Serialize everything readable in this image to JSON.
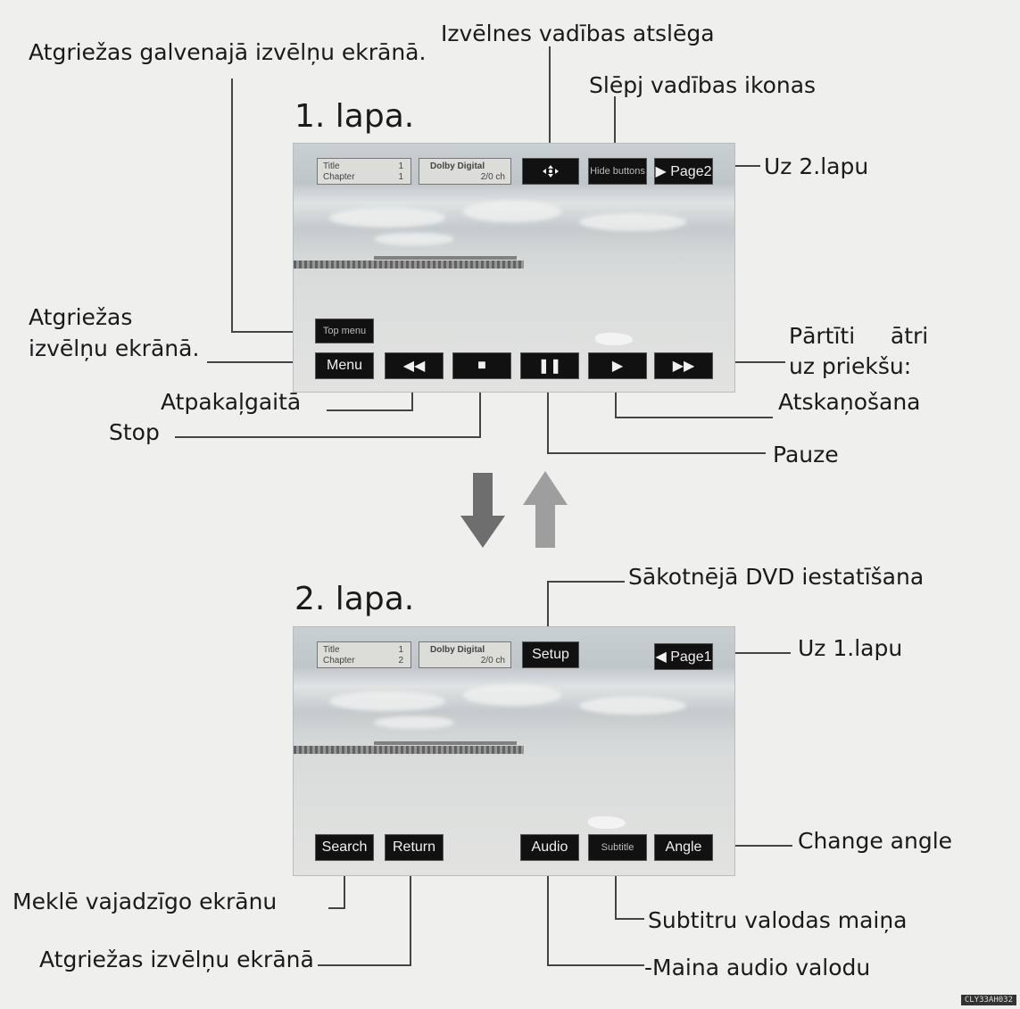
{
  "page1": {
    "title": "1. lapa.",
    "info": {
      "title": "Title",
      "chapter": "Chapter",
      "title_num": "1",
      "chapter_num": "1",
      "audio": "Dolby Digital",
      "channels": "2/0 ch"
    },
    "buttons": {
      "hide": "Hide buttons",
      "page2": "▶ Page2",
      "top_menu": "Top menu",
      "menu": "Menu"
    }
  },
  "page2": {
    "title": "2. lapa.",
    "info": {
      "title": "Title",
      "chapter": "Chapter",
      "title_num": "1",
      "chapter_num": "2",
      "audio": "Dolby Digital",
      "channels": "2/0 ch"
    },
    "buttons": {
      "setup": "Setup",
      "page1": "◀ Page1",
      "search": "Search",
      "return": "Return",
      "audio": "Audio",
      "subtitle": "Subtitle",
      "angle": "Angle"
    }
  },
  "labels": {
    "top_menu_return": "Atgriežas galvenajā izvēlņu ekrānā.",
    "menu_key": "Izvēlnes vadības atslēga",
    "hide_icons": "Slēpj vadības ikonas",
    "to_page2": "Uz 2.lapu",
    "menu_return_1": "Atgriežas",
    "menu_return_2": "izvēlņu ekrānā.",
    "fast_forward_1": "Pārtīti     ātri",
    "fast_forward_2": "uz priekšu:",
    "rewind": "Atpakaļgaitā",
    "stop": "Stop",
    "play": "Atskaņošana",
    "pause": "Pauze",
    "dvd_setup": "Sākotnējā DVD iestatīšana",
    "to_page1": "Uz 1.lapu",
    "change_angle": "Change angle",
    "search": "Meklē vajadzīgo ekrānu",
    "subtitle_lang": "Subtitru valodas maiņa",
    "return_menu": "Atgriežas izvēlņu ekrānā",
    "audio_lang": "-Maina audio valodu"
  },
  "image_code": "CLY33AH032",
  "colors": {
    "arrow_down": "#6e6e6e",
    "arrow_up": "#9e9e9e",
    "background": "#efefed"
  }
}
